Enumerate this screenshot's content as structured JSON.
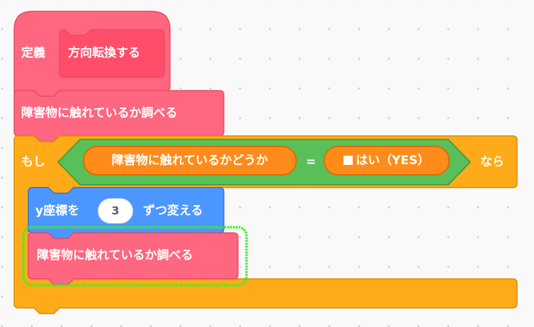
{
  "colors": {
    "my_blocks": "#ff6680",
    "control": "#ffab19",
    "operators": "#59c059",
    "sensing_reporter": "#ff8c1a",
    "motion": "#4c97ff",
    "highlight": "#3cf02a"
  },
  "define_block": {
    "label": "定義",
    "prototype_label": "方向転換する"
  },
  "call_block_1": {
    "label": "障害物に触れているか調べる"
  },
  "if_block": {
    "if_label": "もし",
    "then_label": "なら",
    "condition": {
      "operator": "=",
      "left_reporter": "障害物に触れているかどうか",
      "right_reporter": "はい（YES）"
    }
  },
  "motion_block": {
    "label": "y座標を",
    "value": "3",
    "suffix": "ずつ変える"
  },
  "call_block_2": {
    "label": "障害物に触れているか調べる",
    "highlighted": true
  }
}
